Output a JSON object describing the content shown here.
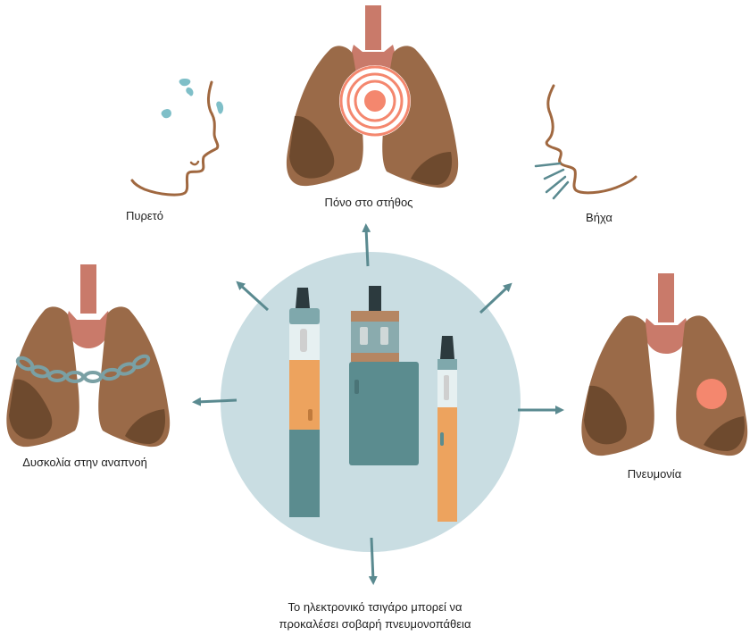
{
  "labels": {
    "fever": "Πυρετό",
    "chest_pain": "Πόνο στο στήθος",
    "cough": "Βήχα",
    "breathing": "Δυσκολία στην αναπνοή",
    "pneumonia": "Πνευμονία"
  },
  "caption": {
    "line1": "Το ηλεκτρονικό τσιγάρο μπορεί να",
    "line2": "προκαλέσει σοβαρή πνευμονοπάθεια"
  },
  "colors": {
    "lung": "#9a6a48",
    "lung_dark": "#6e4a2e",
    "trachea": "#c97a6a",
    "circle": "#c9dde2",
    "arrow": "#5a8a90",
    "ecig_orange": "#eda35e",
    "ecig_teal": "#5b8c8f",
    "pain": "#f4876e",
    "outline": "#a06840",
    "drop": "#7fbfc8",
    "chain": "#7aa0a4"
  }
}
